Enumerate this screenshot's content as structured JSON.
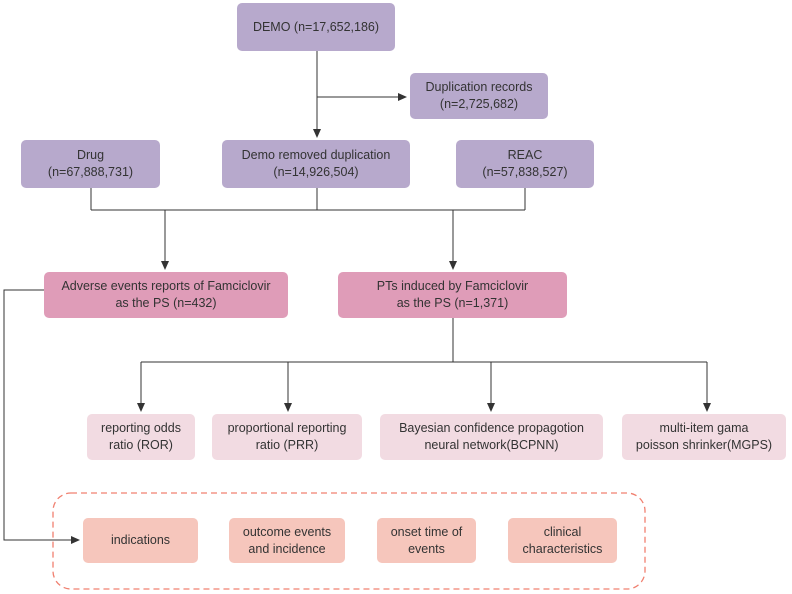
{
  "diagram": {
    "nodes": {
      "demo": "DEMO (n=17,652,186)",
      "duplication": "Duplication records\n(n=2,725,682)",
      "drug": "Drug\n(n=67,888,731)",
      "demo_removed": "Demo removed duplication\n(n=14,926,504)",
      "reac": "REAC\n(n=57,838,527)",
      "adverse_events": "Adverse events reports of  Famciclovir\nas the PS (n=432)",
      "pts": "PTs induced by Famciclovir\nas the PS (n=1,371)",
      "ror": "reporting odds\nratio (ROR)",
      "prr": "proportional reporting\nratio (PRR)",
      "bcpnn": "Bayesian confidence propagotion\nneural network(BCPNN)",
      "mgps": "multi-item gama\npoisson shrinker(MGPS)",
      "indications": "indications",
      "outcome": "outcome events\nand incidence",
      "onset": "onset time of\nevents",
      "clinical": "clinical\ncharacteristics"
    },
    "colors": {
      "data_source": "#b7a9cc",
      "famciclovir": "#df9cb8",
      "algorithm": "#f2dbe2",
      "analysis": "#f6c6bc",
      "dashed_border": "#f08070",
      "connector": "#333333"
    }
  }
}
